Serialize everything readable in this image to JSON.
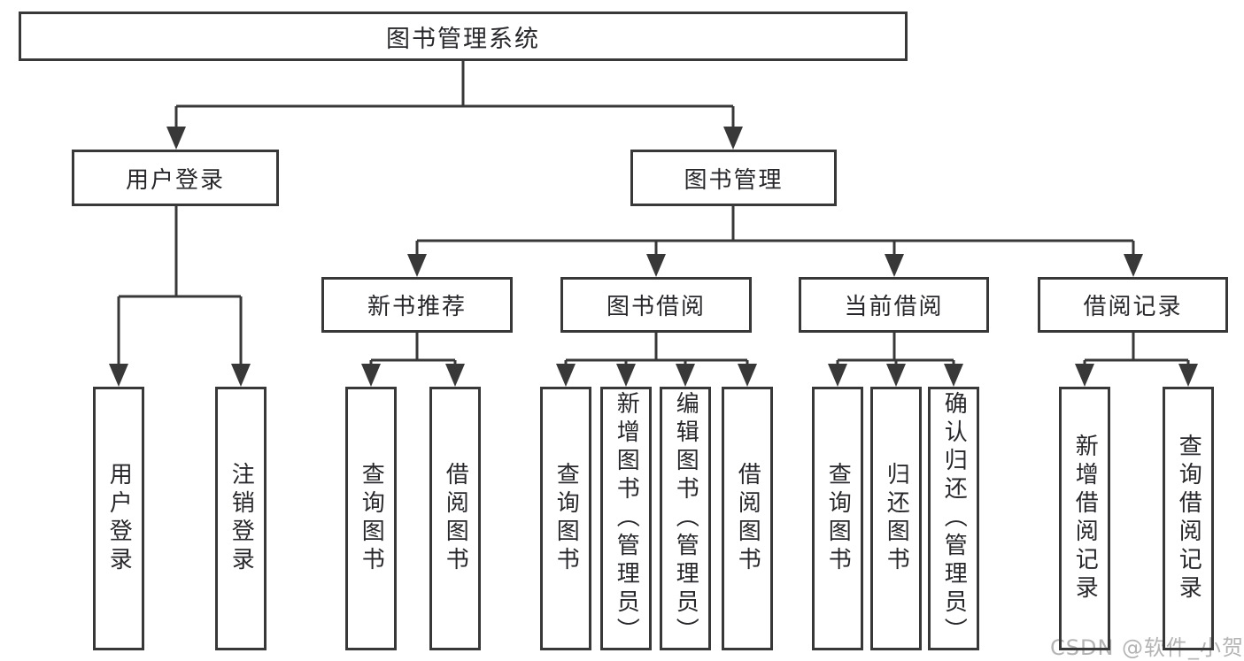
{
  "diagram": {
    "root": {
      "label": "图书管理系统",
      "children": [
        {
          "label": "用户登录",
          "children": [
            {
              "label": "用户登录"
            },
            {
              "label": "注销登录"
            }
          ]
        },
        {
          "label": "图书管理",
          "children": [
            {
              "label": "新书推荐",
              "children": [
                {
                  "label": "查询图书"
                },
                {
                  "label": "借阅图书"
                }
              ]
            },
            {
              "label": "图书借阅",
              "children": [
                {
                  "label": "查询图书"
                },
                {
                  "label": "新增图书（管理员）"
                },
                {
                  "label": "编辑图书（管理员）"
                },
                {
                  "label": "借阅图书"
                }
              ]
            },
            {
              "label": "当前借阅",
              "children": [
                {
                  "label": "查询图书"
                },
                {
                  "label": "归还图书"
                },
                {
                  "label": "确认归还（管理员）"
                }
              ]
            },
            {
              "label": "借阅记录",
              "children": [
                {
                  "label": "新增借阅记录"
                },
                {
                  "label": "查询借阅记录"
                }
              ]
            }
          ]
        }
      ]
    },
    "watermark": "CSDN @软件_小贺同学",
    "colors": {
      "line": "#383838",
      "text": "#28282c",
      "watermark": "#b4b4b4",
      "background": "#ffffff"
    }
  }
}
